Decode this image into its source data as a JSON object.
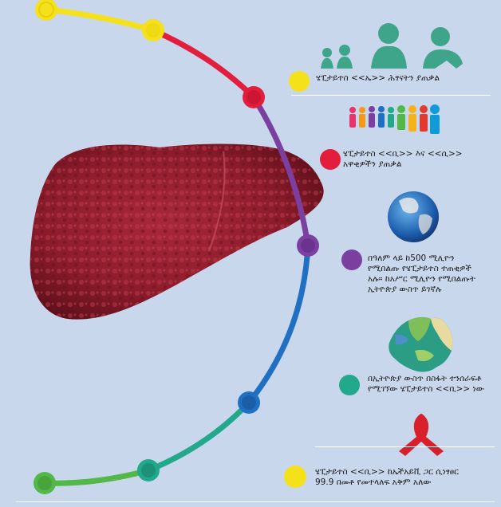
{
  "colors": {
    "background": "#c9d7ec",
    "arc_yellow": "#f5e11a",
    "arc_red": "#e31e3c",
    "arc_purple": "#7b3fa0",
    "arc_blue": "#1f6fc2",
    "arc_teal": "#22a88a",
    "arc_green": "#52b848",
    "people_green": "#3fa58a",
    "liver": "#8d1c2b",
    "ribbon": "#d7202c"
  },
  "icons": [
    "children-silhouettes-icon",
    "people-group-icon",
    "globe-icon",
    "ethiopia-map-icon",
    "awareness-ribbon-icon"
  ],
  "facts": [
    {
      "bullet_color": "#f5e11a",
      "text": "ሄፒታይተስ <<ኤ>> ሕፃናትን ያጠቃል"
    },
    {
      "bullet_color": "#e31e3c",
      "text": "ሄፒታይተስ <<ቢ>> እና <<ሲ>>\nአዋቂዎችን ያጠቃል"
    },
    {
      "bullet_color": "#7b3fa0",
      "text": "በዓለም ላይ ከ500 ሚሊዮን\nየሚበልጡ የሄፒታይተስ ተጠቂዎች\nአሉ። ከአሥር ሚሊዮን የሚበልጡት\nኢትዮጵያ ውስጥ ይገኛሉ"
    },
    {
      "bullet_color": "#22a88a",
      "text": "በኢትዮጵያ ውስጥ በስፋት ተንሰራፍቶ\nየሚገኘው ሄፒታይተስ <<ቢ>> ነው"
    },
    {
      "bullet_color": "#f5e11a",
      "text": "ሄፒታይተስ <<ቢ>> ከኤችአይቪ ጋር ሲነፃፀር\n99.9 በመቶ የመተላለፍ አቅም አለው"
    }
  ]
}
